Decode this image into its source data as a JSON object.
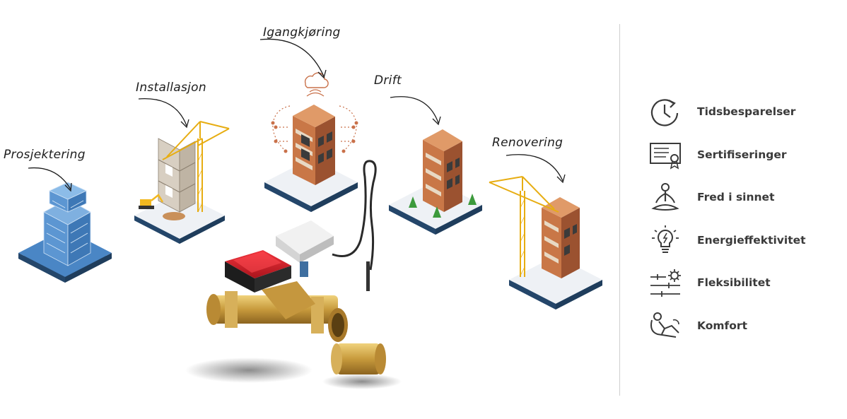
{
  "phases": [
    {
      "id": "prosjektering",
      "label": "Prosjektering"
    },
    {
      "id": "installasjon",
      "label": "Installasjon"
    },
    {
      "id": "igangkjoring",
      "label": "Igangkjøring"
    },
    {
      "id": "drift",
      "label": "Drift"
    },
    {
      "id": "renovering",
      "label": "Renovering"
    }
  ],
  "benefits": [
    {
      "label": "Tidsbesparelser",
      "icon": "clock-icon"
    },
    {
      "label": "Sertifiseringer",
      "icon": "certificate-icon"
    },
    {
      "label": "Fred i sinnet",
      "icon": "meditation-icon"
    },
    {
      "label": "Energieffektivitet",
      "icon": "lightbulb-icon"
    },
    {
      "label": "Fleksibilitet",
      "icon": "sliders-gear-icon"
    },
    {
      "label": "Komfort",
      "icon": "reclining-person-icon"
    }
  ],
  "colors": {
    "blueprint": "#3f7bbd",
    "brick": "#b9683d",
    "platform_top": "#eef1f5",
    "platform_base": "#2f5478",
    "crane": "#f2b820",
    "valve_brass": "#c9a24a",
    "actuator_red": "#d8202c",
    "text": "#3a3a3a"
  }
}
